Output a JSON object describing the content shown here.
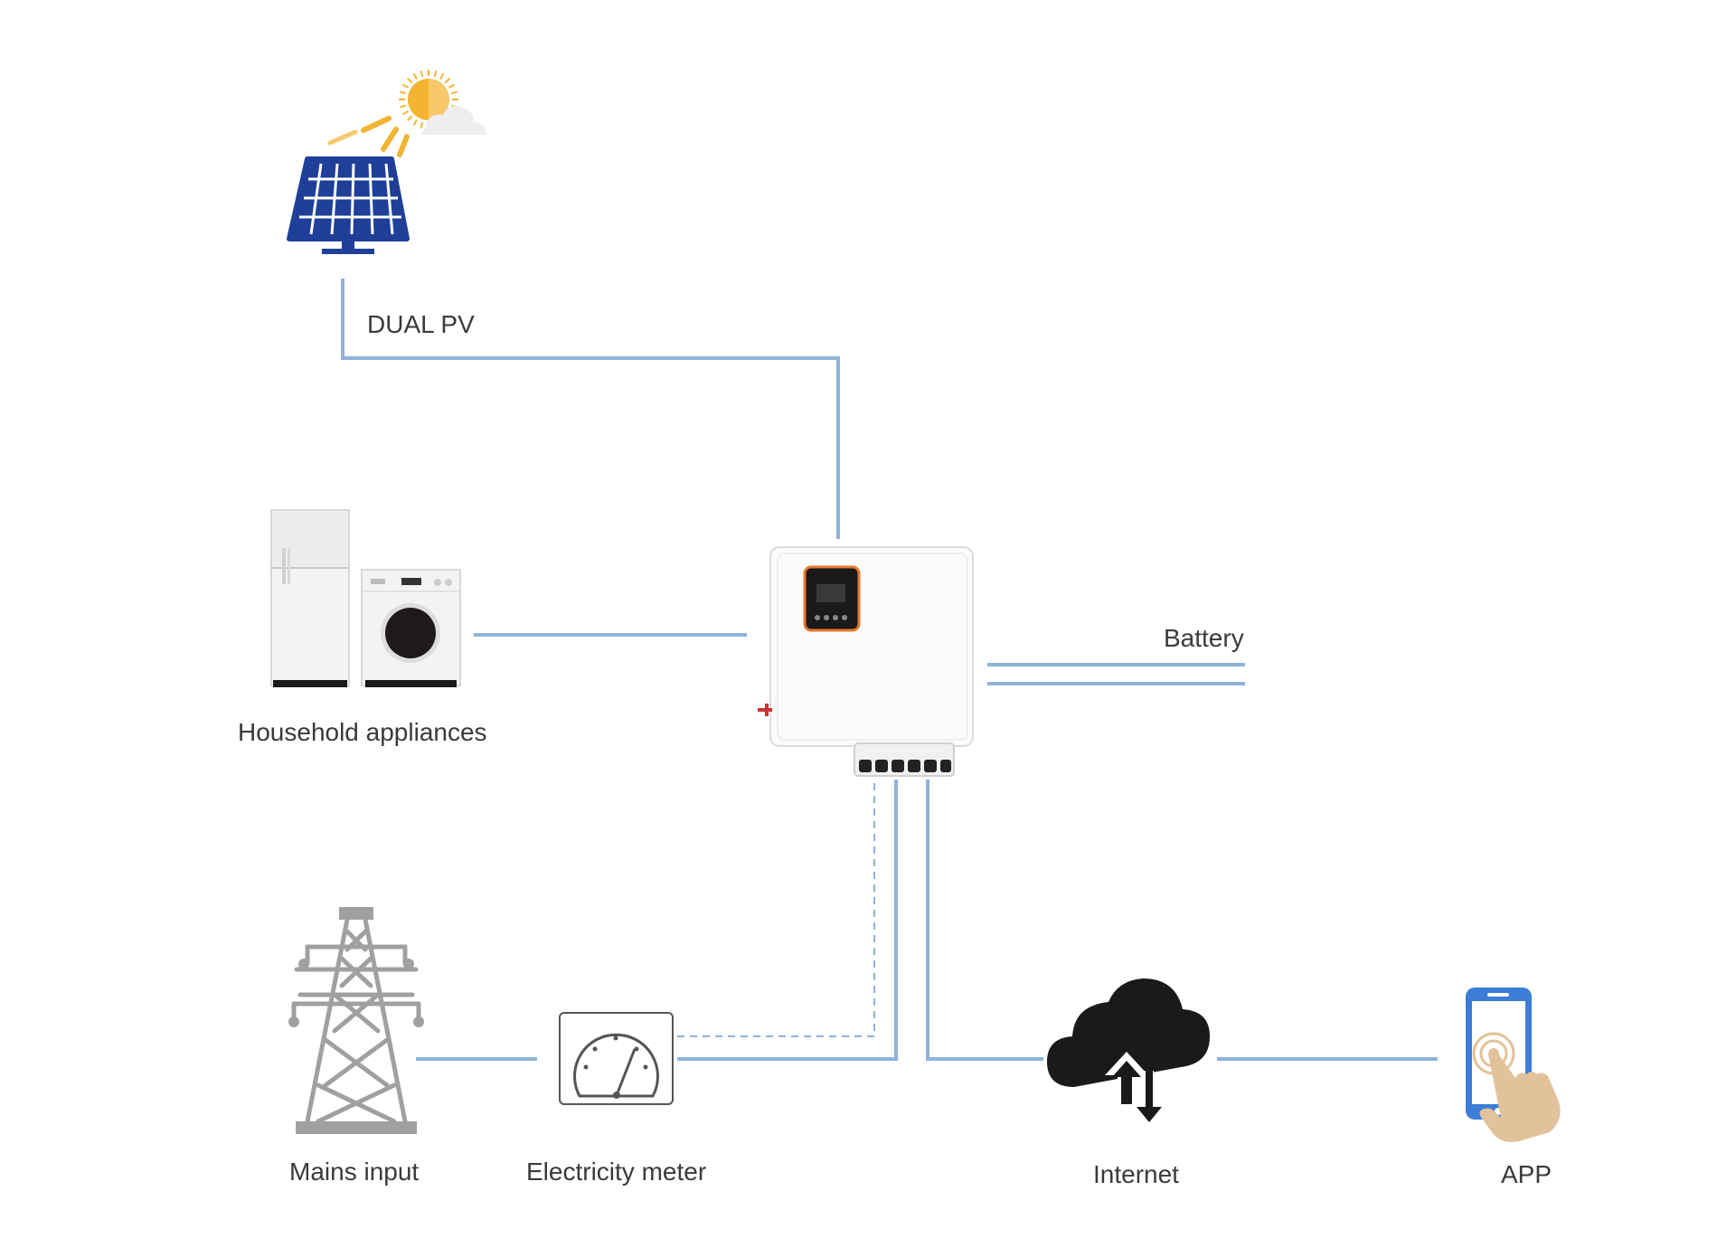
{
  "labels": {
    "pv": "DUAL PV",
    "household": "Household appliances",
    "battery": "Battery",
    "mains": "Mains input",
    "meter": "Electricity meter",
    "internet": "Internet",
    "app": "APP"
  },
  "colors": {
    "line": "#8fb3d9",
    "panel": "#1f3f99",
    "sun": "#f2b431",
    "tower": "#a0a0a0",
    "icon_dark": "#1a1a1a",
    "phone": "#3c7dd8",
    "hand": "#e2c29a",
    "inverter_accent": "#e8782b"
  },
  "icons": [
    "solar-panel-icon",
    "sun-icon",
    "fridge-icon",
    "washing-machine-icon",
    "inverter-icon",
    "power-tower-icon",
    "electricity-meter-icon",
    "cloud-upload-download-icon",
    "smartphone-touch-icon"
  ]
}
